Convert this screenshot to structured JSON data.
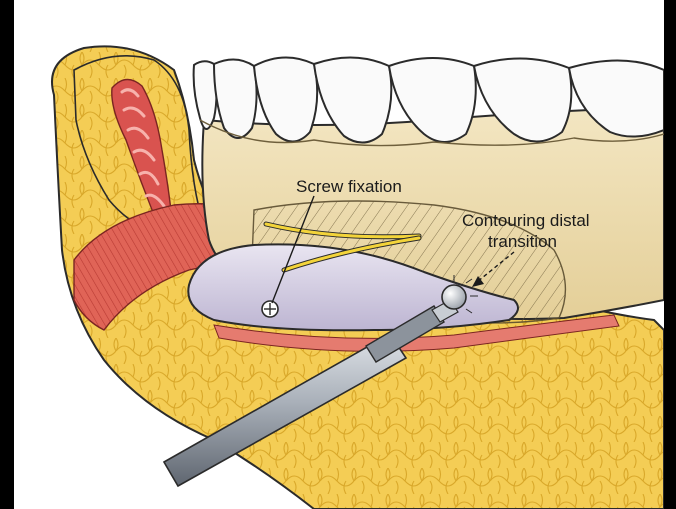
{
  "labels": {
    "screw_fixation": "Screw fixation",
    "contouring_line1": "Contouring distal",
    "contouring_line2": "transition"
  },
  "colors": {
    "frame": "#000000",
    "fat": "#f2c94c",
    "bone": "#efdcae",
    "muscle": "#d9534f",
    "implant": "#d8d2e6",
    "instrument": "#a6adb6",
    "tooth": "#fafafa",
    "outline": "#2b2b2b"
  }
}
